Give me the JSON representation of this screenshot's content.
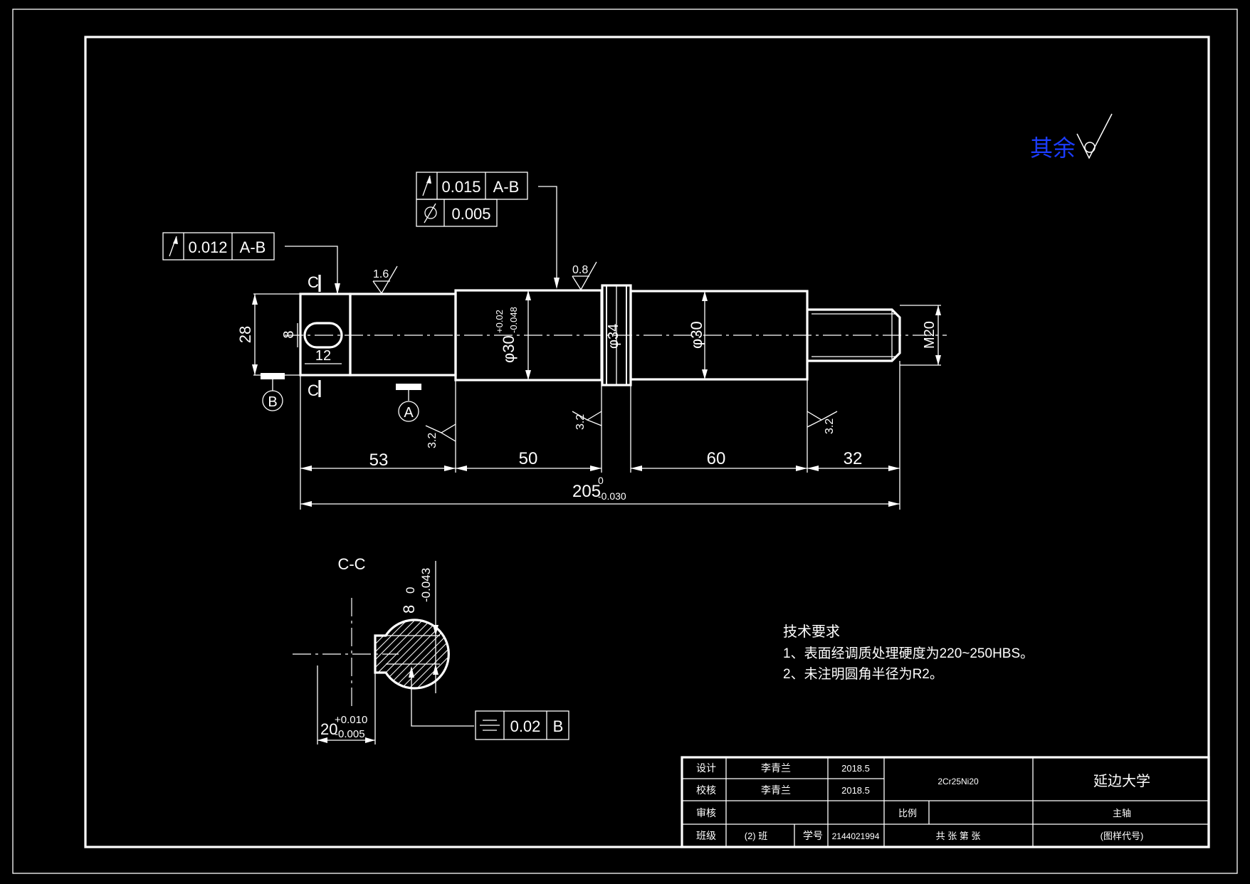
{
  "colors": {
    "background": "#000000",
    "line": "#ffffff",
    "accent": "#1b3cff"
  },
  "roughness_note": {
    "label": "其余",
    "symbol": "roughness-check-icon"
  },
  "gdt": {
    "frame1": {
      "symbol": "runout-icon",
      "tolerance": "0.012",
      "datum": "A-B"
    },
    "frame2": {
      "symbol": "runout-icon",
      "tolerance": "0.015",
      "datum": "A-B"
    },
    "frame3": {
      "symbol": "cylindricity-icon",
      "tolerance": "0.005"
    },
    "frame4": {
      "symbol": "symmetry-icon",
      "tolerance": "0.02",
      "datum": "B"
    }
  },
  "roughness": {
    "r1": "1.6",
    "r2": "0.8",
    "r3": "3.2",
    "r4": "3.2",
    "r5": "3.2"
  },
  "section_marks": {
    "top": "C",
    "bottom": "C"
  },
  "datums": {
    "a": "A",
    "b": "B"
  },
  "dims": {
    "height_28": "28",
    "keyway_8": "8",
    "keyway_12": "12",
    "dia_30_tol": "φ30",
    "dia_30_upper": "+0.02",
    "dia_30_lower": "-0.048",
    "dia_34": "φ34",
    "dia_30": "φ30",
    "thread": "M20",
    "len_53": "53",
    "len_50": "50",
    "len_60": "60",
    "len_32": "32",
    "total": "205",
    "total_upper": "0",
    "total_lower": "-0.030"
  },
  "section": {
    "title": "C-C",
    "key_width": "8",
    "key_upper": "0",
    "key_lower": "-0.043",
    "depth": "20",
    "depth_upper": "+0.010",
    "depth_lower": "-0.005"
  },
  "tech": {
    "heading": "技术要求",
    "line1": "1、表面经调质处理硬度为220~250HBS。",
    "line2": "2、未注明圆角半径为R2。"
  },
  "title_block": {
    "design_label": "设计",
    "design_name": "李青兰",
    "design_date": "2018.5",
    "check_label": "校核",
    "check_name": "李青兰",
    "check_date": "2018.5",
    "audit_label": "审核",
    "class_label": "班级",
    "class_value": "(2) 班",
    "id_label": "学号",
    "id_value": "2144021994",
    "material": "2Cr25Ni20",
    "school": "延边大学",
    "scale_label": "比例",
    "part_name": "主轴",
    "sheets": "共  张   第  张",
    "drawing_no": "(图样代号)"
  }
}
